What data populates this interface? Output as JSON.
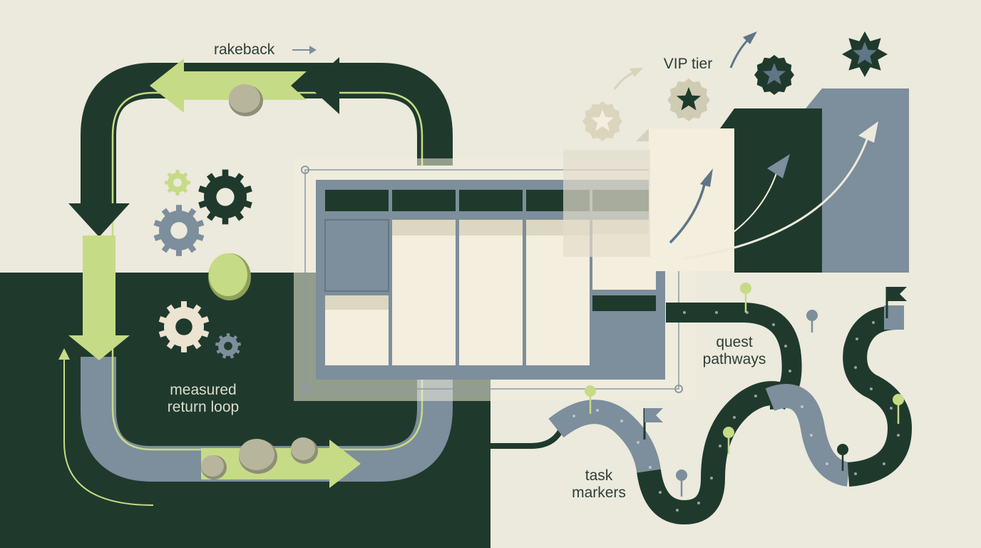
{
  "labels": {
    "rakeback": "rakeback",
    "vip_tier": "VIP tier",
    "loop_line1": "measured",
    "loop_line2": "return loop",
    "quest_line1": "quest",
    "quest_line2": "pathways",
    "task_line1": "task",
    "task_line2": "markers"
  },
  "colors": {
    "background": "#ECE9DD",
    "dark_green": "#1F3A2C",
    "lime": "#C6DB86",
    "slate": "#7D8E9C",
    "cream": "#F3EEDD",
    "coin": "#B7B69C"
  },
  "icons": [
    "coin-icon",
    "gear-icon",
    "star-badge-icon",
    "flag-icon",
    "arrow-icon"
  ]
}
